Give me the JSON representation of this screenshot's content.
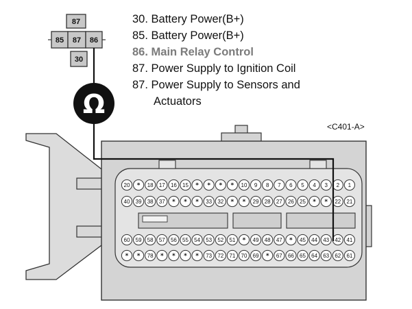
{
  "relay": {
    "terminals": [
      "87",
      "85",
      "87",
      "86",
      "30"
    ],
    "colors": {
      "terminal_fill": "#c8c8c8",
      "terminal_stroke": "#333333"
    }
  },
  "meter": {
    "symbol": "Ω",
    "icon": "ohmmeter-icon",
    "color": "#111111"
  },
  "legend": [
    {
      "text": "30. Battery Power(B+)",
      "highlight": false
    },
    {
      "text": "85. Battery Power(B+)",
      "highlight": false
    },
    {
      "text": "86. Main Relay Control",
      "highlight": true
    },
    {
      "text": "87. Power Supply to Ignition Coil",
      "highlight": false
    },
    {
      "text": "87. Power Supply to Sensors and",
      "highlight": false
    },
    {
      "text": "Actuators",
      "highlight": false
    }
  ],
  "connector": {
    "id": "<C401-A>",
    "rows": [
      [
        "20",
        "*",
        "18",
        "17",
        "16",
        "15",
        "*",
        "*",
        "*",
        "*",
        "10",
        "9",
        "8",
        "7",
        "6",
        "5",
        "4",
        "3",
        "2",
        "1"
      ],
      [
        "40",
        "39",
        "38",
        "37",
        "*",
        "*",
        "*",
        "33",
        "32",
        "*",
        "*",
        "29",
        "28",
        "27",
        "26",
        "25",
        "*",
        "*",
        "22",
        "21"
      ],
      [
        "60",
        "59",
        "58",
        "57",
        "56",
        "55",
        "54",
        "53",
        "52",
        "51",
        "*",
        "49",
        "48",
        "47",
        "*",
        "45",
        "44",
        "43",
        "42",
        "41"
      ],
      [
        "*",
        "*",
        "78",
        "*",
        "*",
        "*",
        "*",
        "73",
        "72",
        "71",
        "70",
        "69",
        "*",
        "67",
        "66",
        "65",
        "64",
        "63",
        "62",
        "61"
      ]
    ],
    "probed_pin": "43",
    "colors": {
      "body_fill": "#d4d4d4",
      "face_fill": "#e4e4e4",
      "stroke": "#333333",
      "wire": "#111111"
    }
  }
}
